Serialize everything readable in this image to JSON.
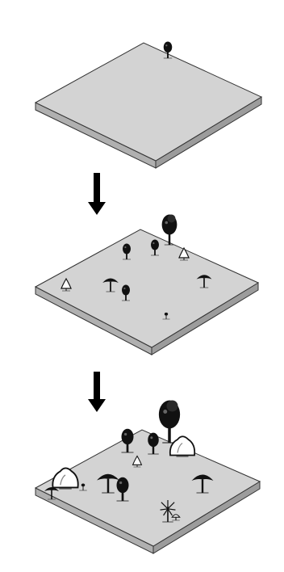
{
  "panels": [
    {
      "stage": "initial",
      "trees": [
        {
          "kind": "round-tree"
        }
      ]
    },
    {
      "stage": "intermediate",
      "trees": [
        {
          "kind": "tall-tree"
        },
        {
          "kind": "round-tree"
        },
        {
          "kind": "round-tree"
        },
        {
          "kind": "conifer-outline"
        },
        {
          "kind": "conifer-outline"
        },
        {
          "kind": "umbrella-tree"
        },
        {
          "kind": "round-tree"
        },
        {
          "kind": "umbrella-tree"
        },
        {
          "kind": "seedling"
        }
      ]
    },
    {
      "stage": "mature",
      "trees": [
        {
          "kind": "tall-tree"
        },
        {
          "kind": "round-tree"
        },
        {
          "kind": "round-tree"
        },
        {
          "kind": "bush-outline"
        },
        {
          "kind": "conifer-outline"
        },
        {
          "kind": "bush-outline"
        },
        {
          "kind": "umbrella-tree"
        },
        {
          "kind": "round-tree"
        },
        {
          "kind": "umbrella-tree"
        },
        {
          "kind": "umbrella-tree"
        },
        {
          "kind": "seedling"
        },
        {
          "kind": "spiky-plant"
        },
        {
          "kind": "mushroom-outline"
        }
      ]
    }
  ],
  "arrows": [
    {
      "name": "arrow-down-icon"
    },
    {
      "name": "arrow-down-icon"
    }
  ],
  "colors": {
    "platform_top": "#d3d3d3",
    "platform_side": "#b0b0b0",
    "outline": "#333333",
    "tree_dark": "#111111",
    "background": "#ffffff"
  }
}
